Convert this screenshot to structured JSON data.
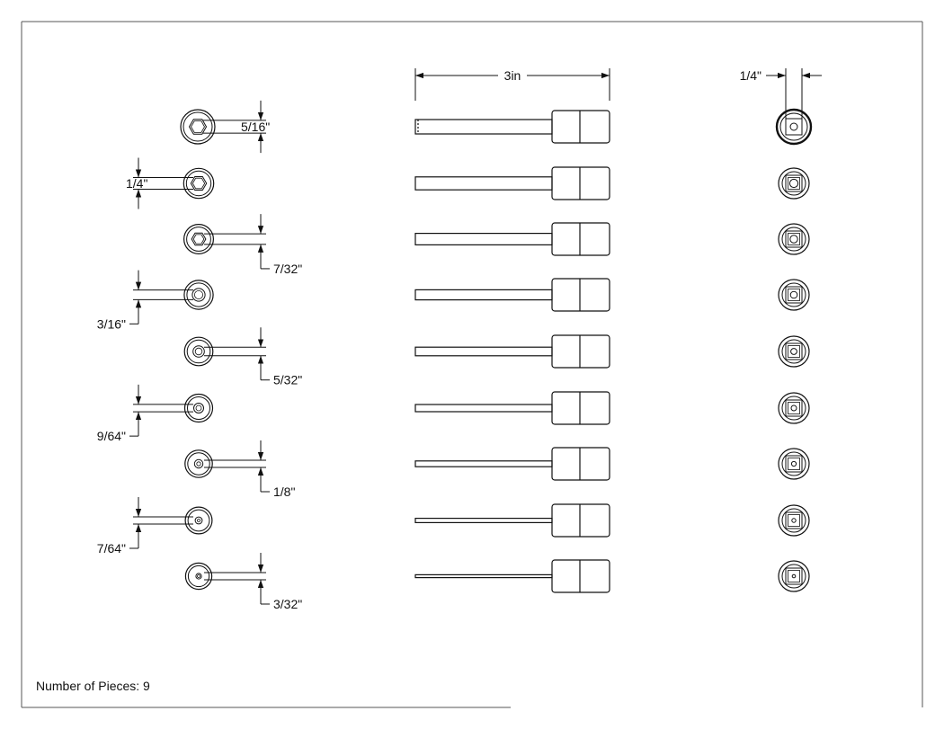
{
  "footer": {
    "pieces_text": "Number of Pieces: 9"
  },
  "views": {
    "length_label": "3in",
    "drive_label": "1/4\""
  },
  "sockets": [
    {
      "size": "5/16\"",
      "label_side": "right",
      "label_style": "inline"
    },
    {
      "size": "1/4\"",
      "label_side": "left",
      "label_style": "inline"
    },
    {
      "size": "7/32\"",
      "label_side": "right",
      "label_style": "leader"
    },
    {
      "size": "3/16\"",
      "label_side": "left",
      "label_style": "leader"
    },
    {
      "size": "5/32\"",
      "label_side": "right",
      "label_style": "leader"
    },
    {
      "size": "9/64\"",
      "label_side": "left",
      "label_style": "leader"
    },
    {
      "size": "1/8\"",
      "label_side": "right",
      "label_style": "leader"
    },
    {
      "size": "7/64\"",
      "label_side": "left",
      "label_style": "leader"
    },
    {
      "size": "3/32\"",
      "label_side": "right",
      "label_style": "leader"
    }
  ]
}
